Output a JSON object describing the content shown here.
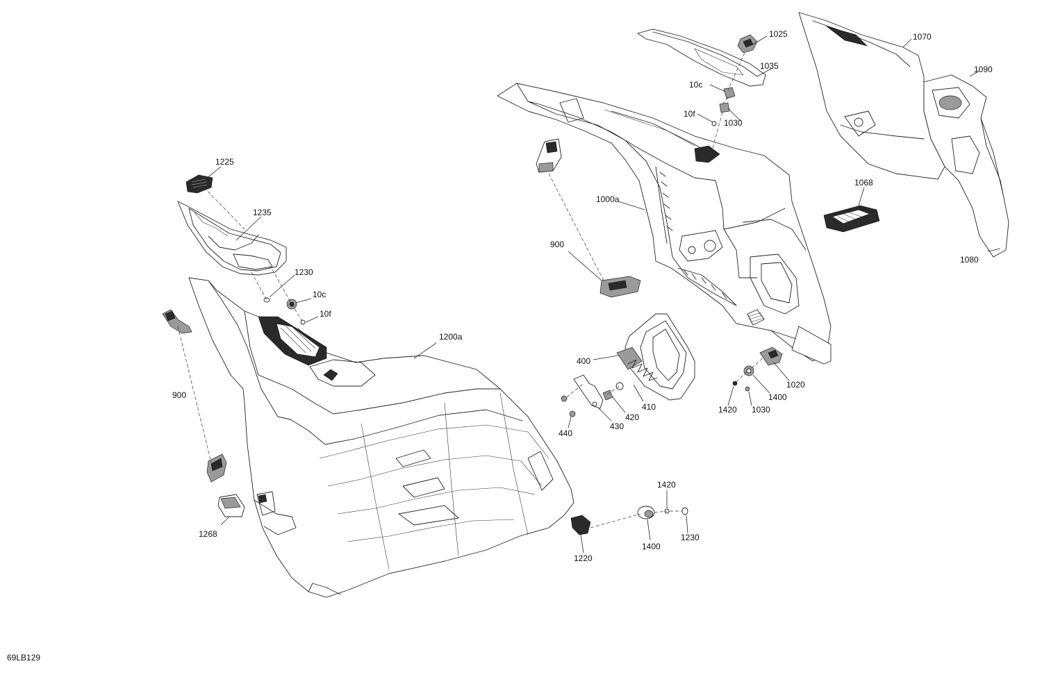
{
  "drawing_id": "69LB129",
  "callouts": {
    "c1025": "1025",
    "c1035": "1035",
    "c1070": "1070",
    "c1090": "1090",
    "c10c_top": "10c",
    "c10f_top": "10f",
    "c1030_top": "1030",
    "c900_right": "900",
    "c1000a": "1000a",
    "c1068": "1068",
    "c1080": "1080",
    "c1225": "1225",
    "c1235": "1235",
    "c1230_left": "1230",
    "c10c_left": "10c",
    "c10f_left": "10f",
    "c1200a": "1200a",
    "c900_left": "900",
    "c1268": "1268",
    "c400": "400",
    "c410": "410",
    "c420": "420",
    "c430": "430",
    "c440": "440",
    "c1020": "1020",
    "c1400_right": "1400",
    "c1420_right": "1420",
    "c1030_right": "1030",
    "c1420_bottom": "1420",
    "c1400_bottom": "1400",
    "c1230_bottom": "1230",
    "c1220": "1220"
  }
}
